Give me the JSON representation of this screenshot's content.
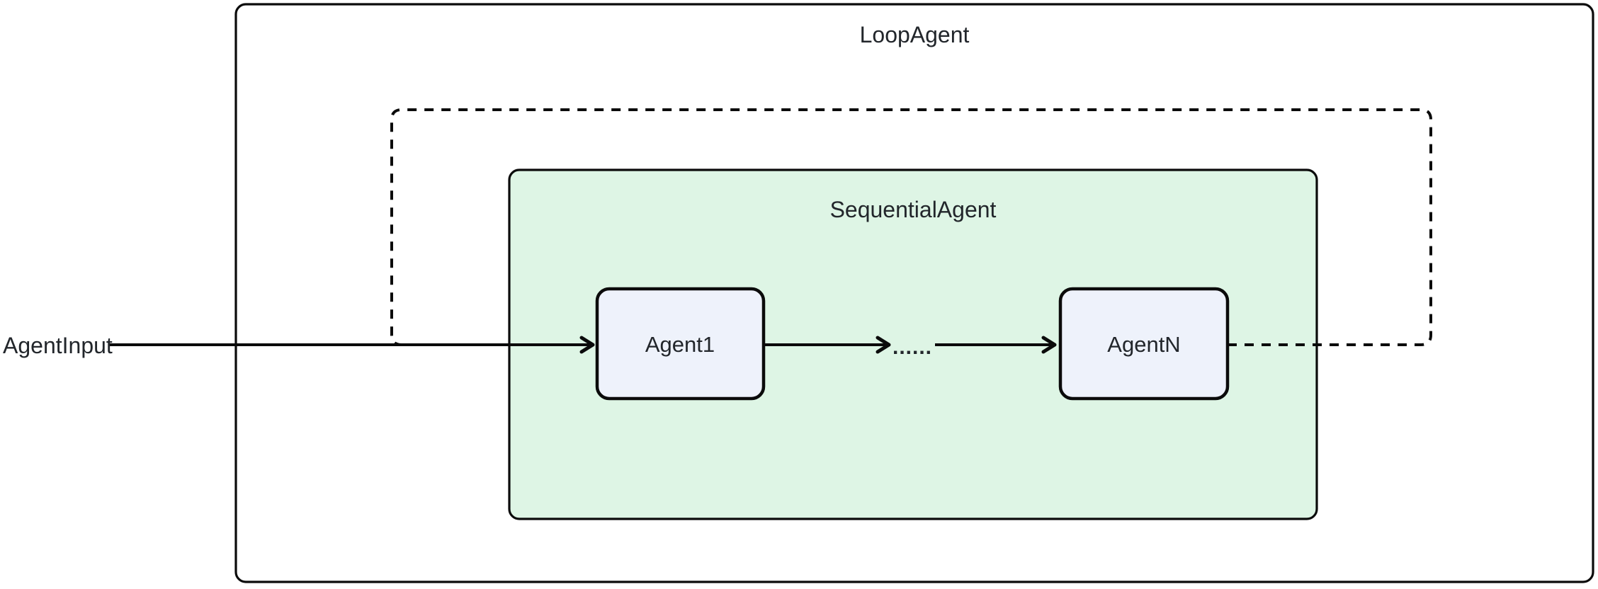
{
  "diagram": {
    "type": "flowchart",
    "loop_agent_label": "LoopAgent",
    "sequential_agent_label": "SequentialAgent",
    "agent_input_label": "AgentInput",
    "ellipsis_label": "......",
    "nodes": [
      {
        "label": "Agent1"
      },
      {
        "label": "AgentN"
      }
    ],
    "edges": [
      {
        "from": "AgentInput",
        "to": "Agent1",
        "style": "solid-arrow"
      },
      {
        "from": "Agent1",
        "to": "......",
        "style": "solid-arrow"
      },
      {
        "from": "......",
        "to": "AgentN",
        "style": "solid-arrow"
      },
      {
        "from": "AgentN",
        "to": "Agent1",
        "style": "dashed-loop-back"
      }
    ],
    "colors": {
      "background": "#ffffff",
      "sequential_fill": "#def5e5",
      "node_fill": "#eef2fb",
      "border": "#0b0b0b",
      "edge": "#0b0b0b",
      "text": "#22262b"
    }
  }
}
